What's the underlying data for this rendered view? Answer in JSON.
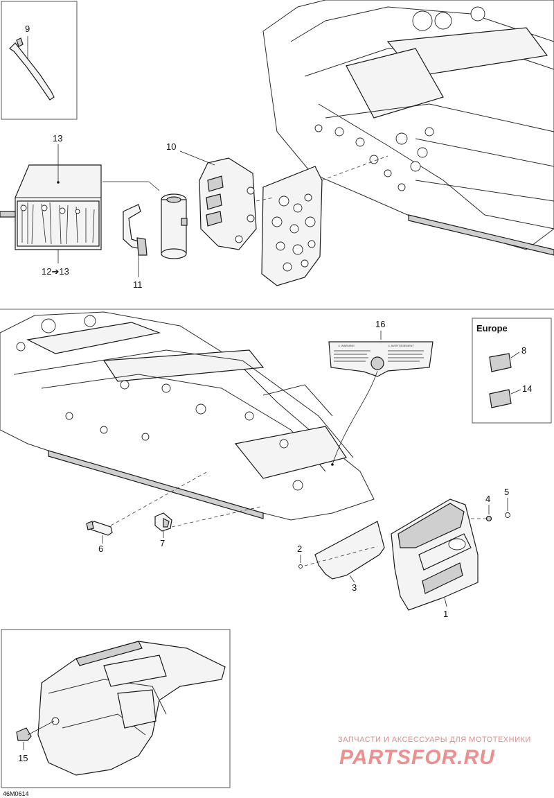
{
  "diagram_code": "46M0614",
  "callouts": {
    "c1": "1",
    "c2": "2",
    "c3": "3",
    "c4": "4",
    "c5": "5",
    "c6": "6",
    "c7": "7",
    "c8": "8",
    "c9": "9",
    "c10": "10",
    "c11": "11",
    "c12": "12➔13",
    "c13": "13",
    "c14": "14",
    "c15": "15",
    "c16": "16"
  },
  "europe_box": {
    "title": "Europe"
  },
  "decal": {
    "left_heading": "⚠ WARNING",
    "right_heading": "⚠ AVERTISSEMENT"
  },
  "watermark": {
    "line1": "ЗАПЧАСТИ И АКСЕССУАРЫ ДЛЯ МОТОТЕХНИКИ",
    "line2": "PARTSFOR.RU"
  }
}
